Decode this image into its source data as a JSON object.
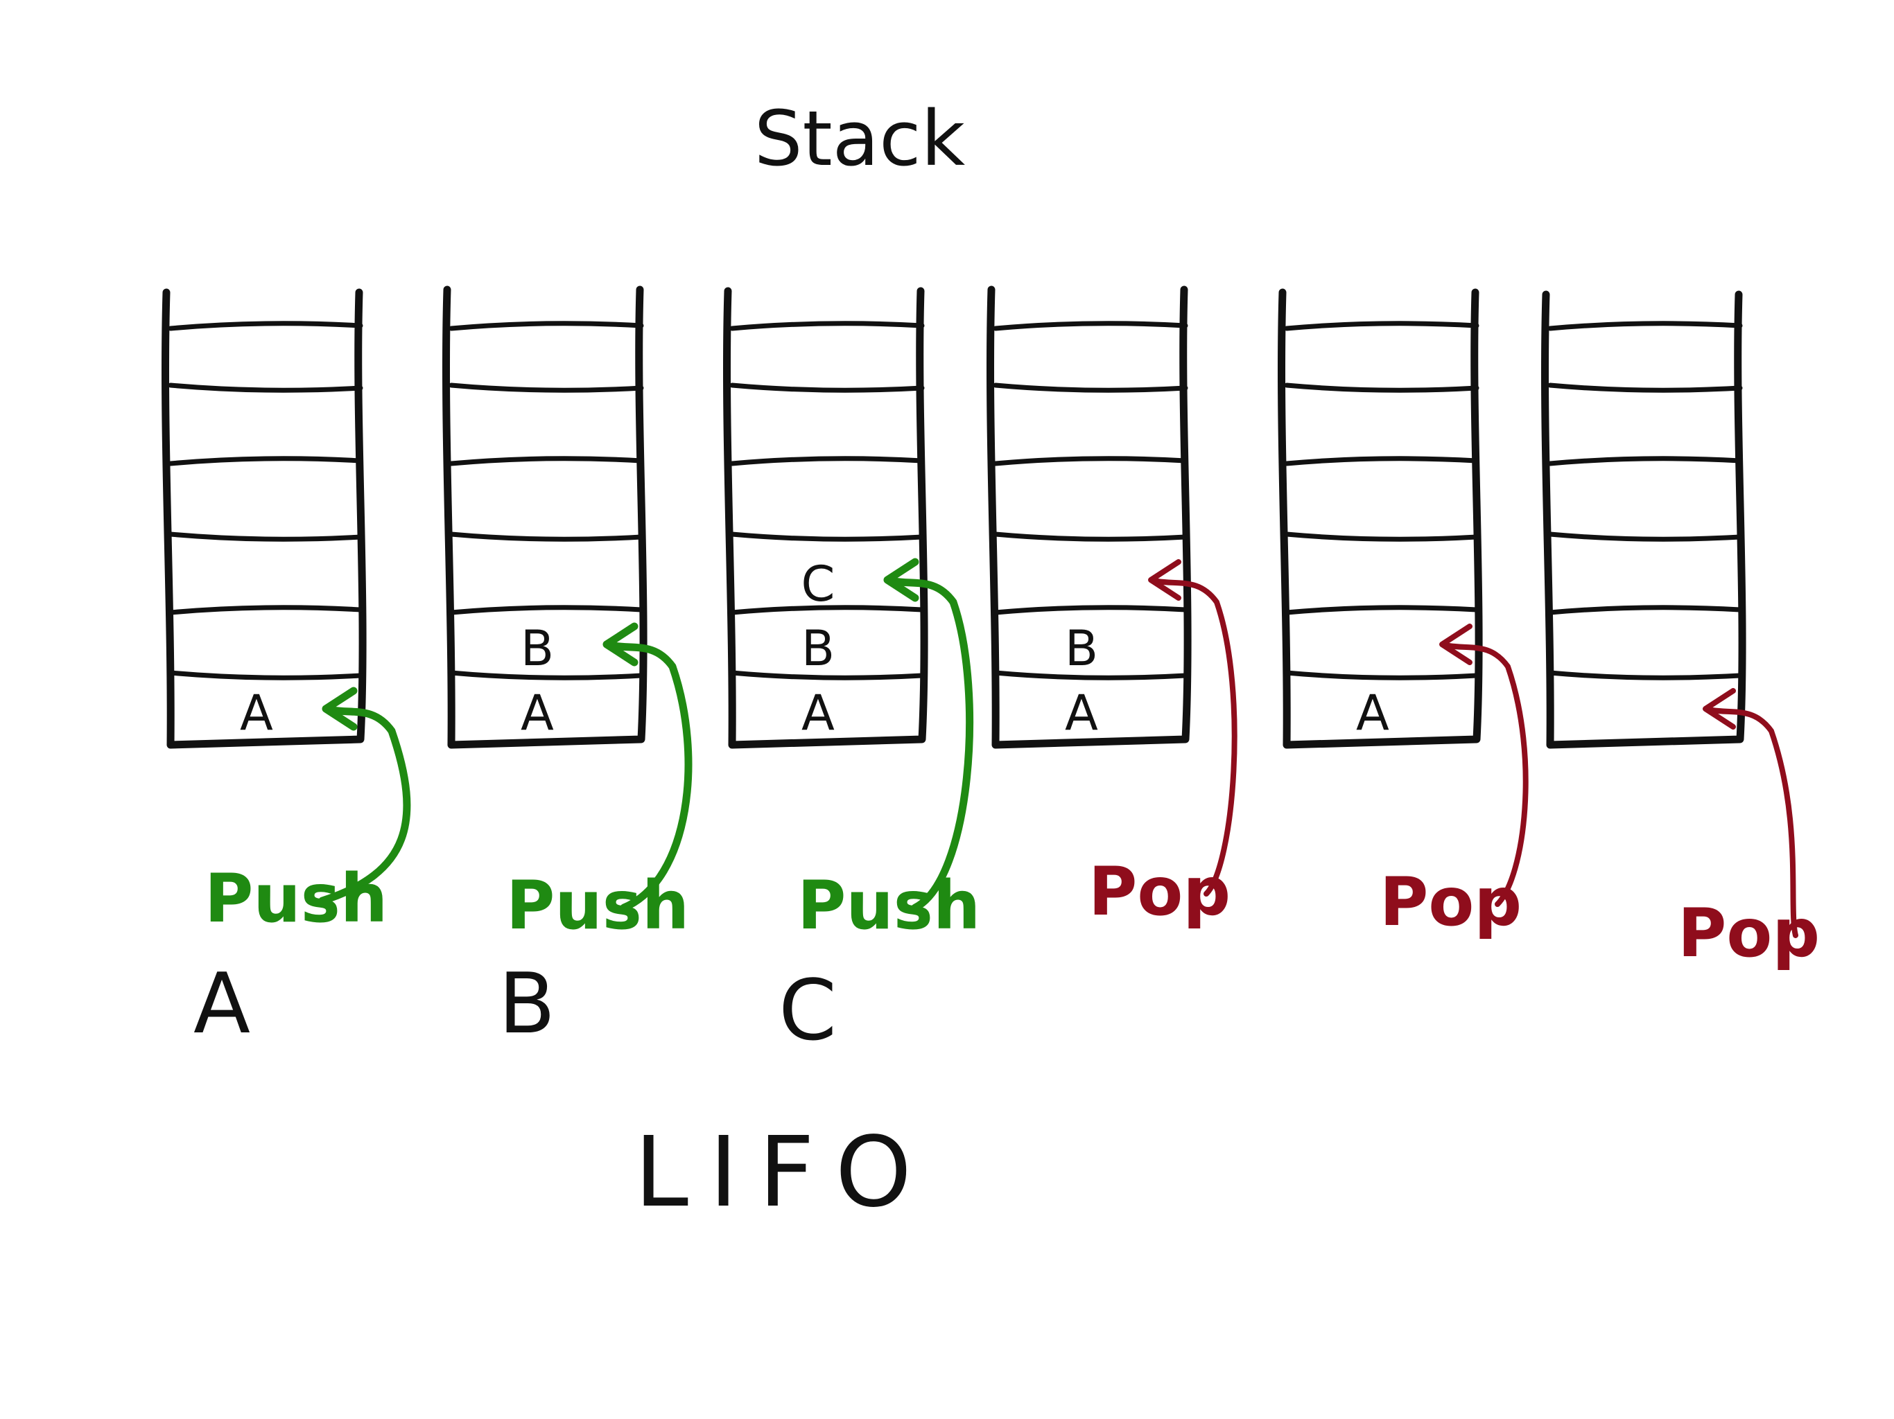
{
  "title": "Stack",
  "footer": "LIFO",
  "colors": {
    "ink": "#111111",
    "push": "#1f8a12",
    "pop": "#8f0d1c"
  },
  "stacks": [
    {
      "contents": [
        "A"
      ],
      "operation": {
        "label": "Push",
        "item": "A",
        "kind": "push"
      }
    },
    {
      "contents": [
        "A",
        "B"
      ],
      "operation": {
        "label": "Push",
        "item": "B",
        "kind": "push"
      }
    },
    {
      "contents": [
        "A",
        "B",
        "C"
      ],
      "operation": {
        "label": "Push",
        "item": "C",
        "kind": "push"
      }
    },
    {
      "contents": [
        "A",
        "B"
      ],
      "operation": {
        "label": "Pop",
        "item": "",
        "kind": "pop"
      }
    },
    {
      "contents": [
        "A"
      ],
      "operation": {
        "label": "Pop",
        "item": "",
        "kind": "pop"
      }
    },
    {
      "contents": [],
      "operation": {
        "label": "Pop",
        "item": "",
        "kind": "pop"
      }
    }
  ]
}
